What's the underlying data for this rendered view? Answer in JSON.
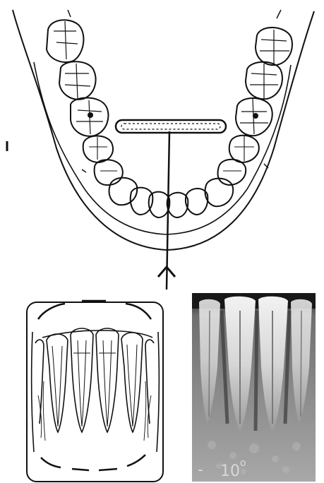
{
  "panels": {
    "arch_top": {
      "kind": "occlusal-arch-drawing"
    },
    "schematic": {
      "kind": "incisor-schematic-drawing"
    },
    "radiograph": {
      "kind": "periapical-radiograph",
      "angle_prefix": "-",
      "angle_value": "10",
      "angle_unit": "o"
    }
  },
  "colors": {
    "ink": "#111111",
    "film_bg": "#8a8a8a",
    "film_dark": "#1e1e1e",
    "label": "#d8d8d8",
    "schematic_bg": "#ffffff"
  }
}
